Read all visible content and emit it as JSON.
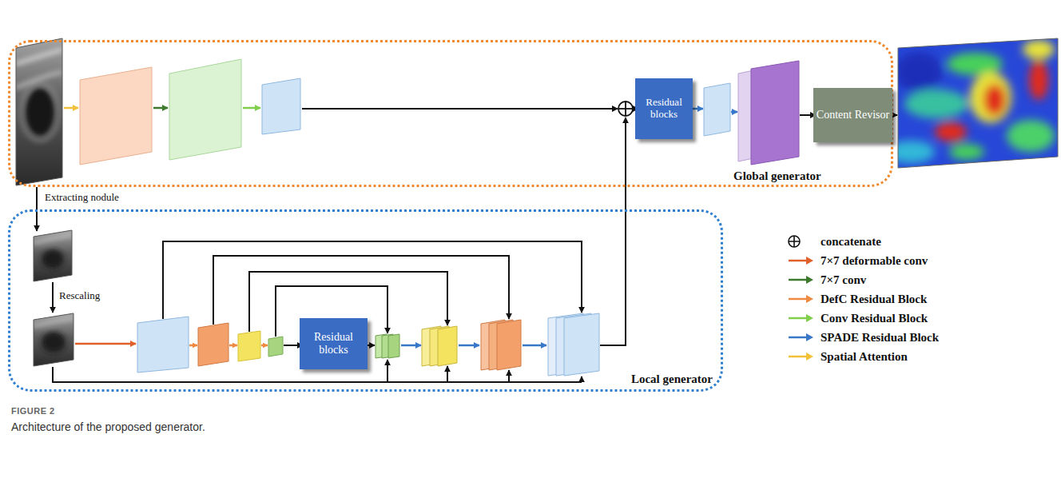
{
  "diagram": {
    "caption": "Architecture of the proposed generator.",
    "nodes": [
      {
        "text": [
          "Global generator"
        ]
      },
      {
        "text": [
          "Residual blocks"
        ],
        "in": 0
      },
      {
        "text": [
          "Content Revisor"
        ],
        "in": 0
      },
      {
        "text": [
          "Local generator"
        ]
      },
      {
        "text": [
          "Residual blocks"
        ],
        "in": 3
      }
    ],
    "labels": [
      "Extracting nodule",
      "Rescaling",
      "FIGURE 2"
    ],
    "legend": [
      {
        "text": "concatenate"
      },
      {
        "text": "7×7 deformable conv"
      },
      {
        "text": "7×7 conv"
      },
      {
        "text": "DefC Residual Block"
      },
      {
        "text": "Conv Residual Block"
      },
      {
        "text": "SPADE Residual Block"
      },
      {
        "text": "Spatial Attention"
      }
    ]
  }
}
